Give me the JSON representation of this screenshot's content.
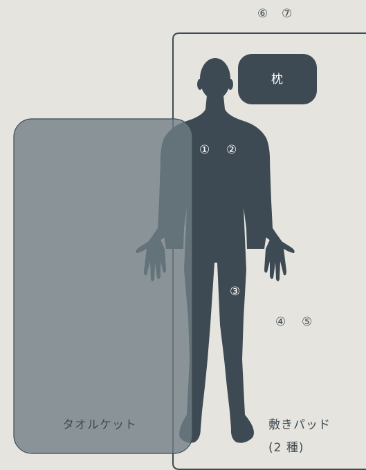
{
  "labels": {
    "marker_6": "⑥",
    "marker_7": "⑦",
    "marker_1": "①",
    "marker_2": "②",
    "marker_3": "③",
    "marker_4": "④",
    "marker_5": "⑤",
    "pillow": "枕",
    "towel_blanket": "タオルケット",
    "bed_pad_line1": "敷きパッド",
    "bed_pad_line2": "(2 種)"
  },
  "colors": {
    "background": "#e6e4de",
    "body": "#3d4a53",
    "pillow": "#3d4a53",
    "towel_fill": "#6f7e84",
    "outline": "#3d4a53",
    "text_dark": "#3e4a52",
    "text_light": "#ffffff"
  }
}
